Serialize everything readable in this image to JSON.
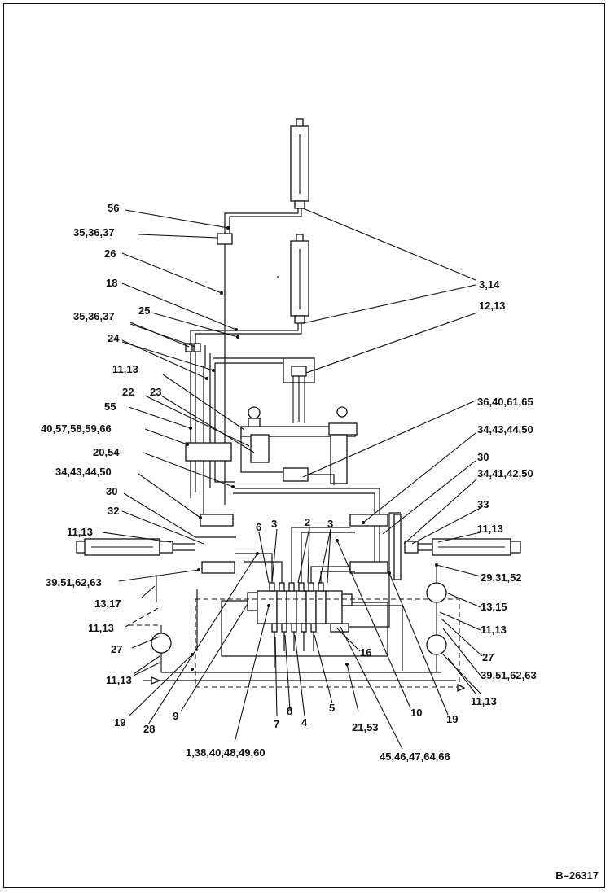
{
  "figure_id": "B–26317",
  "labels": {
    "l56": "56",
    "l35_36_37_a": "35,36,37",
    "l26": "26",
    "l18": "18",
    "l35_36_37_b": "35,36,37",
    "l25": "25",
    "l24": "24",
    "l11_13_a": "11,13",
    "l22": "22",
    "l23": "23",
    "l55": "55",
    "l40_57": "40,57,58,59,66",
    "l20_54": "20,54",
    "l34_43_44_50_left": "34,43,44,50",
    "l30_left": "30",
    "l32": "32",
    "l11_13_b": "11,13",
    "l39_51_left": "39,51,62,63",
    "l13_17": "13,17",
    "l11_13_c": "11,13",
    "l27_left": "27",
    "l11_13_d": "11,13",
    "l19_left": "19",
    "l28": "28",
    "l9": "9",
    "l1_38": "1,38,40,48,49,60",
    "l7": "7",
    "l8": "8",
    "l4": "4",
    "l5": "5",
    "l21_53": "21,53",
    "l45_46": "45,46,47,64,66",
    "l10": "10",
    "l19_right": "19",
    "l16": "16",
    "l6": "6",
    "l3_a": "3",
    "l2": "2",
    "l3_b": "3",
    "l3_14": "3,14",
    "l12_13": "12,13",
    "l36_40_61_65": "36,40,61,65",
    "l34_43_44_50_right": "34,43,44,50",
    "l30_right": "30",
    "l34_41_42_50": "34,41,42,50",
    "l33": "33",
    "l11_13_e": "11,13",
    "l29_31_52": "29,31,52",
    "l13_15": "13,15",
    "l11_13_f": "11,13",
    "l27_right": "27",
    "l39_51_right": "39,51,62,63",
    "l11_13_g": "11,13"
  }
}
